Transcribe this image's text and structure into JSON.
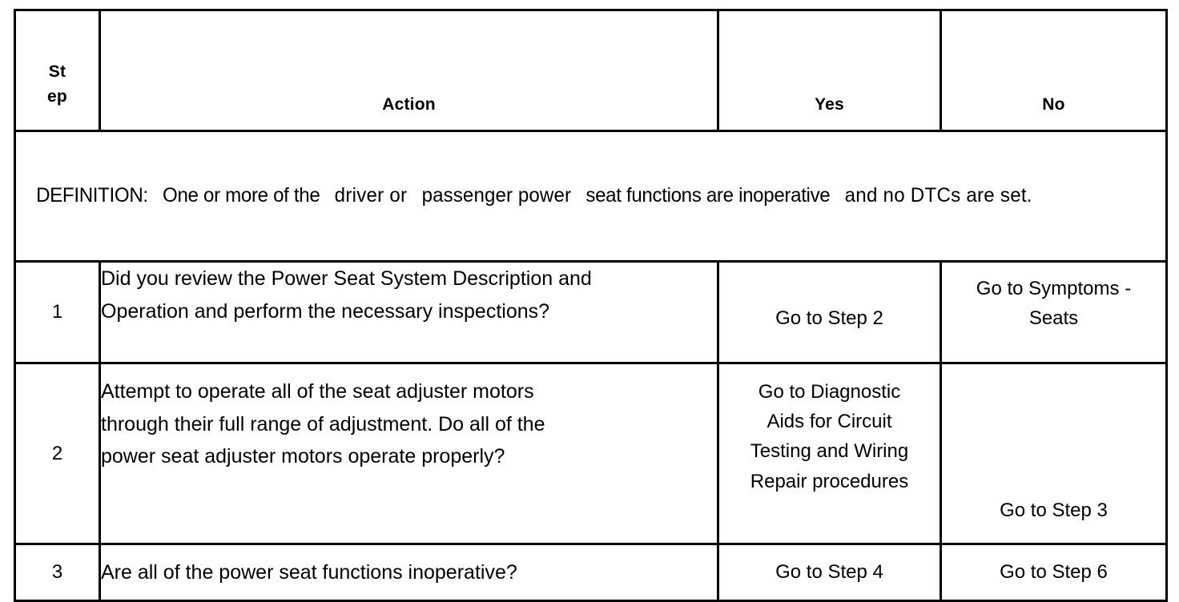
{
  "document": {
    "kind": "diagnostic-procedure-table",
    "header": {
      "step": {
        "line1": "St",
        "line2": "ep",
        "full": "Step"
      },
      "action": "Action",
      "yes": "Yes",
      "no": "No"
    },
    "definition": {
      "label": "DEFINITION:",
      "segment_1": "One or more of the",
      "segment_2": "driver or",
      "segment_3": "passenger power",
      "segment_4": "seat functions are inoperative",
      "segment_5": "and no DTCs are set.",
      "full": "DEFINITION: One or more of the driver or passenger power seat functions are inoperative and no DTCs are set."
    },
    "rows": [
      {
        "step": "1",
        "action_lines": [
          "Did you review the Power Seat System Description and",
          "Operation and perform the necessary inspections?"
        ],
        "yes_lines": [
          "Go to Step 2"
        ],
        "no_lines": [
          "Go to Symptoms -",
          "Seats"
        ]
      },
      {
        "step": "2",
        "action_lines": [
          "Attempt to operate all of the seat adjuster motors",
          "through their full range of adjustment. Do all of the",
          "power seat adjuster motors operate properly?"
        ],
        "yes_lines": [
          "Go to Diagnostic",
          "Aids for Circuit",
          "Testing and Wiring",
          "Repair procedures"
        ],
        "no_lines": [
          "Go to Step 3"
        ]
      },
      {
        "step": "3",
        "action_lines": [
          "Are all of the power seat functions inoperative?"
        ],
        "yes_lines": [
          "Go to Step 4"
        ],
        "no_lines": [
          "Go to Step 6"
        ]
      }
    ],
    "colors": {
      "background": "#ffffff",
      "text": "#000000",
      "border": "#000000"
    }
  }
}
